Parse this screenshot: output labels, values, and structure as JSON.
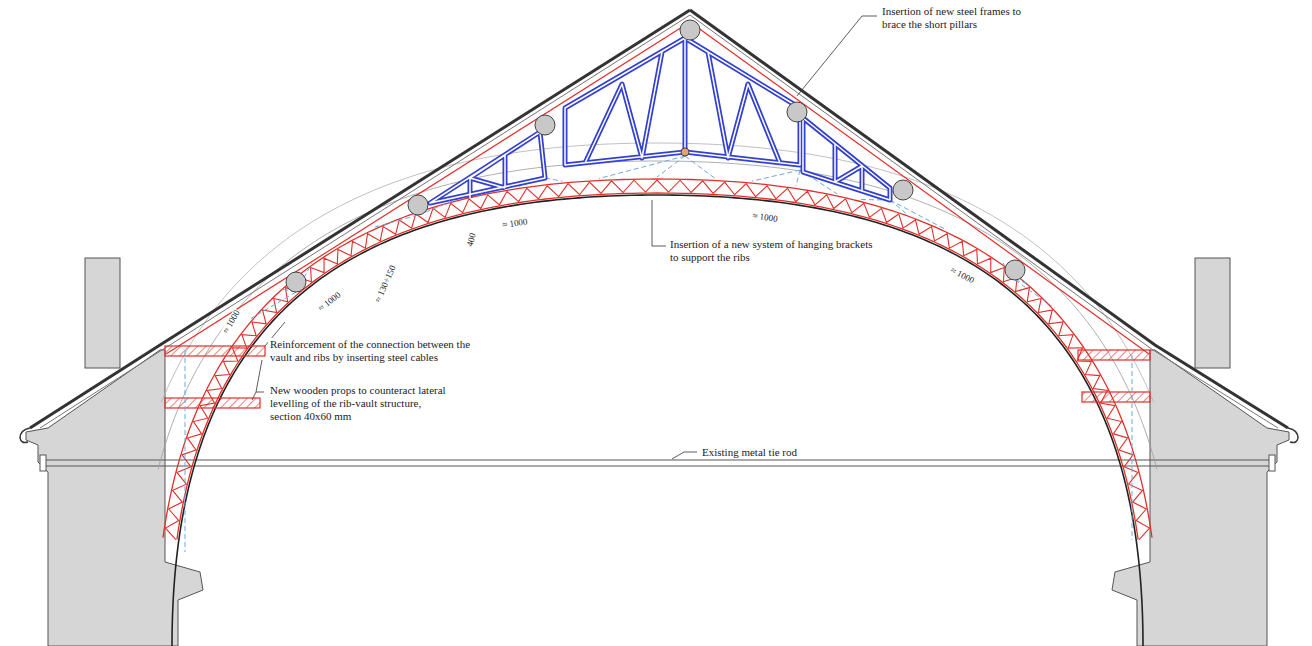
{
  "diagram": {
    "labels": [
      "Insertion of new steel frames to brace the short pillars",
      "400",
      "≈ 1000",
      "≈ 1000",
      "≈ 130÷150",
      "≈ 1000",
      "Insertion of a new system of hanging brackets to support the ribs",
      "≈ 1000",
      "≈ 1000",
      "Reinforcement of the connection between the vault and ribs by inserting steel cables",
      "New wooden props to counteract lateral levelling of the rib-vault structure, section 40x60 mm",
      "Existing metal tie rod"
    ]
  }
}
